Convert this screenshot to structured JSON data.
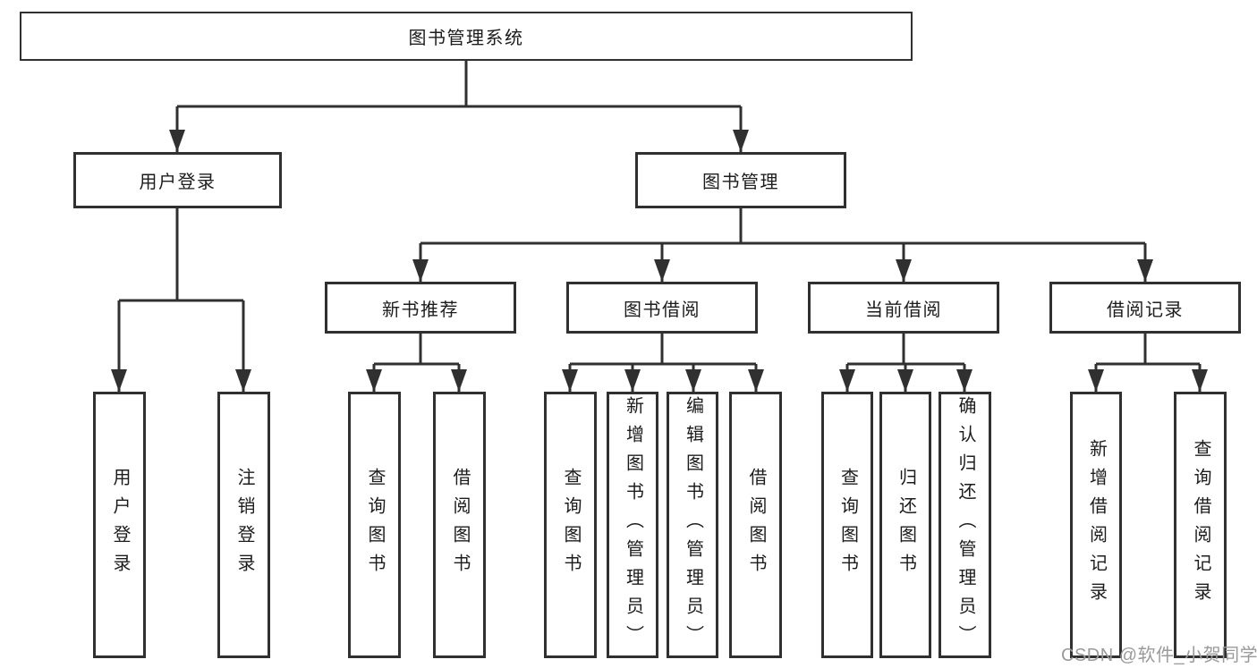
{
  "diagram": {
    "title": "图书管理系统",
    "tree": {
      "label": "图书管理系统",
      "children": [
        {
          "label": "用户登录",
          "children": [
            {
              "label": "用户登录"
            },
            {
              "label": "注销登录"
            }
          ]
        },
        {
          "label": "图书管理",
          "children": [
            {
              "label": "新书推荐",
              "children": [
                {
                  "label": "查询图书"
                },
                {
                  "label": "借阅图书"
                }
              ]
            },
            {
              "label": "图书借阅",
              "children": [
                {
                  "label": "查询图书"
                },
                {
                  "label": "新增图书（管理员）"
                },
                {
                  "label": "编辑图书（管理员）"
                },
                {
                  "label": "借阅图书"
                }
              ]
            },
            {
              "label": "当前借阅",
              "children": [
                {
                  "label": "查询图书"
                },
                {
                  "label": "归还图书"
                },
                {
                  "label": "确认归还（管理员）"
                }
              ]
            },
            {
              "label": "借阅记录",
              "children": [
                {
                  "label": "新增借阅记录"
                },
                {
                  "label": "查询借阅记录"
                }
              ]
            }
          ]
        }
      ]
    }
  },
  "watermark": {
    "text": "CSDN @软件_小贺同学"
  },
  "colors": {
    "line": "#303030",
    "text": "#1c1c1c",
    "watermark": "#9a9a9a",
    "bg": "#ffffff"
  }
}
